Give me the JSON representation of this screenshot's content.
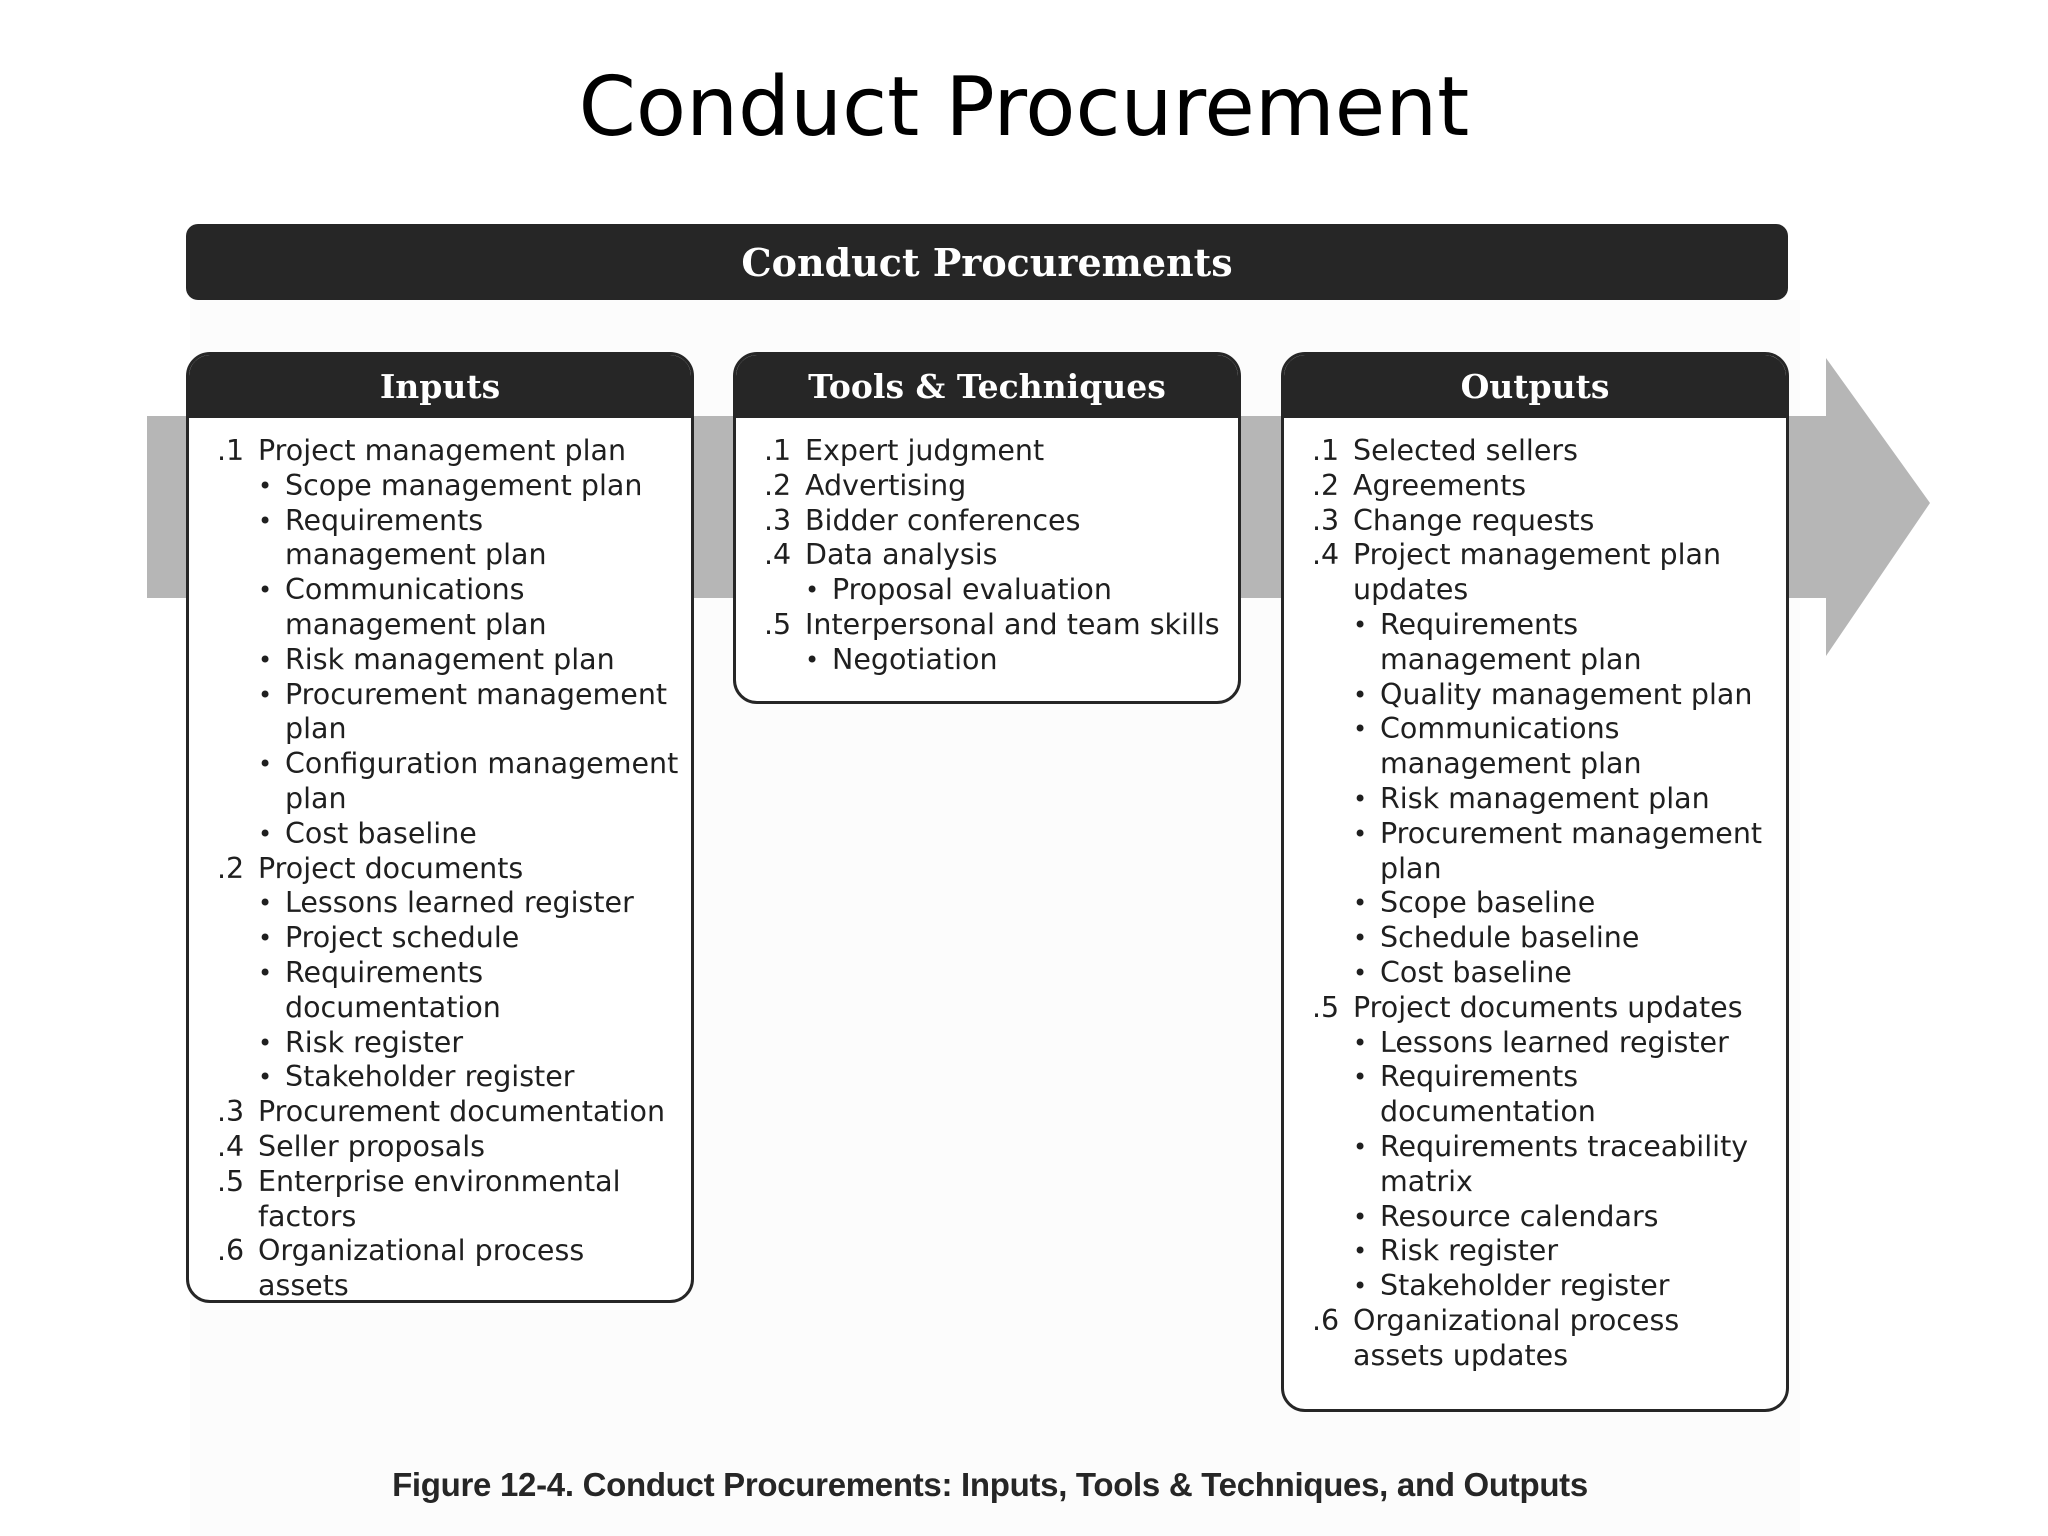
{
  "slide": {
    "title": "Conduct Procurement"
  },
  "figure": {
    "banner": "Conduct Procurements",
    "caption": "Figure 12-4. Conduct Procurements: Inputs, Tools & Techniques, and Outputs",
    "colors": {
      "header": "#262626",
      "arrow": "#b6b6b6"
    },
    "panels": {
      "inputs": {
        "title": "Inputs",
        "items": [
          {
            "num": ".1",
            "text": "Project management plan",
            "subs": [
              "Scope management plan",
              "Requirements management plan",
              "Communications management plan",
              "Risk management plan",
              "Procurement management plan",
              "Configuration management plan",
              "Cost baseline"
            ]
          },
          {
            "num": ".2",
            "text": "Project documents",
            "subs": [
              "Lessons learned register",
              "Project schedule",
              "Requirements documentation",
              "Risk register",
              "Stakeholder register"
            ]
          },
          {
            "num": ".3",
            "text": "Procurement documentation",
            "subs": []
          },
          {
            "num": ".4",
            "text": "Seller proposals",
            "subs": []
          },
          {
            "num": ".5",
            "text": "Enterprise environmental factors",
            "subs": []
          },
          {
            "num": ".6",
            "text": "Organizational process assets",
            "subs": []
          }
        ]
      },
      "tools": {
        "title": "Tools & Techniques",
        "items": [
          {
            "num": ".1",
            "text": "Expert judgment",
            "subs": []
          },
          {
            "num": ".2",
            "text": "Advertising",
            "subs": []
          },
          {
            "num": ".3",
            "text": "Bidder conferences",
            "subs": []
          },
          {
            "num": ".4",
            "text": "Data analysis",
            "subs": [
              "Proposal evaluation"
            ]
          },
          {
            "num": ".5",
            "text": "Interpersonal and team skills",
            "subs": [
              "Negotiation"
            ]
          }
        ]
      },
      "outputs": {
        "title": "Outputs",
        "items": [
          {
            "num": ".1",
            "text": "Selected sellers",
            "subs": []
          },
          {
            "num": ".2",
            "text": "Agreements",
            "subs": []
          },
          {
            "num": ".3",
            "text": "Change requests",
            "subs": []
          },
          {
            "num": ".4",
            "text": "Project management plan updates",
            "subs": [
              "Requirements management plan",
              "Quality management plan",
              "Communications management plan",
              "Risk management plan",
              "Procurement management plan",
              "Scope baseline",
              "Schedule baseline",
              "Cost baseline"
            ]
          },
          {
            "num": ".5",
            "text": "Project documents updates",
            "subs": [
              "Lessons learned register",
              "Requirements documentation",
              "Requirements traceability matrix",
              "Resource calendars",
              "Risk register",
              "Stakeholder register"
            ]
          },
          {
            "num": ".6",
            "text": "Organizational process assets updates",
            "subs": []
          }
        ]
      }
    }
  }
}
